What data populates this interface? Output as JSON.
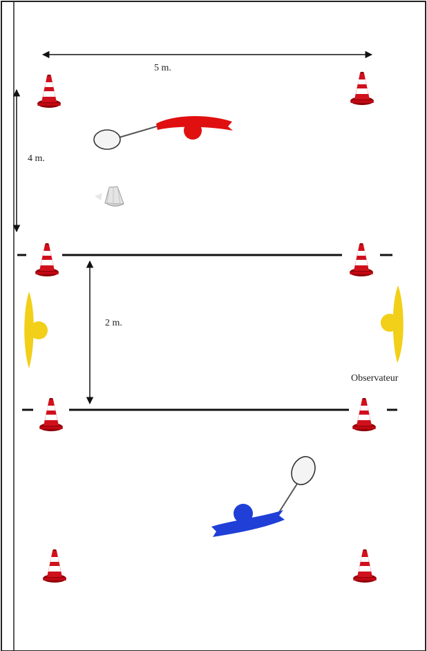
{
  "measurements": {
    "width": "5 m.",
    "depth": "4 m.",
    "zone": "2 m."
  },
  "roles": {
    "observer": "Observateur"
  },
  "colors": {
    "border": "#222222",
    "cone_red": "#d0101c",
    "cone_dark": "#8c0008",
    "cone_stripe": "#ffffff",
    "player_top": "#e01010",
    "player_bottom": "#1f3fd6",
    "observer": "#f2cf18",
    "line": "#111111"
  }
}
